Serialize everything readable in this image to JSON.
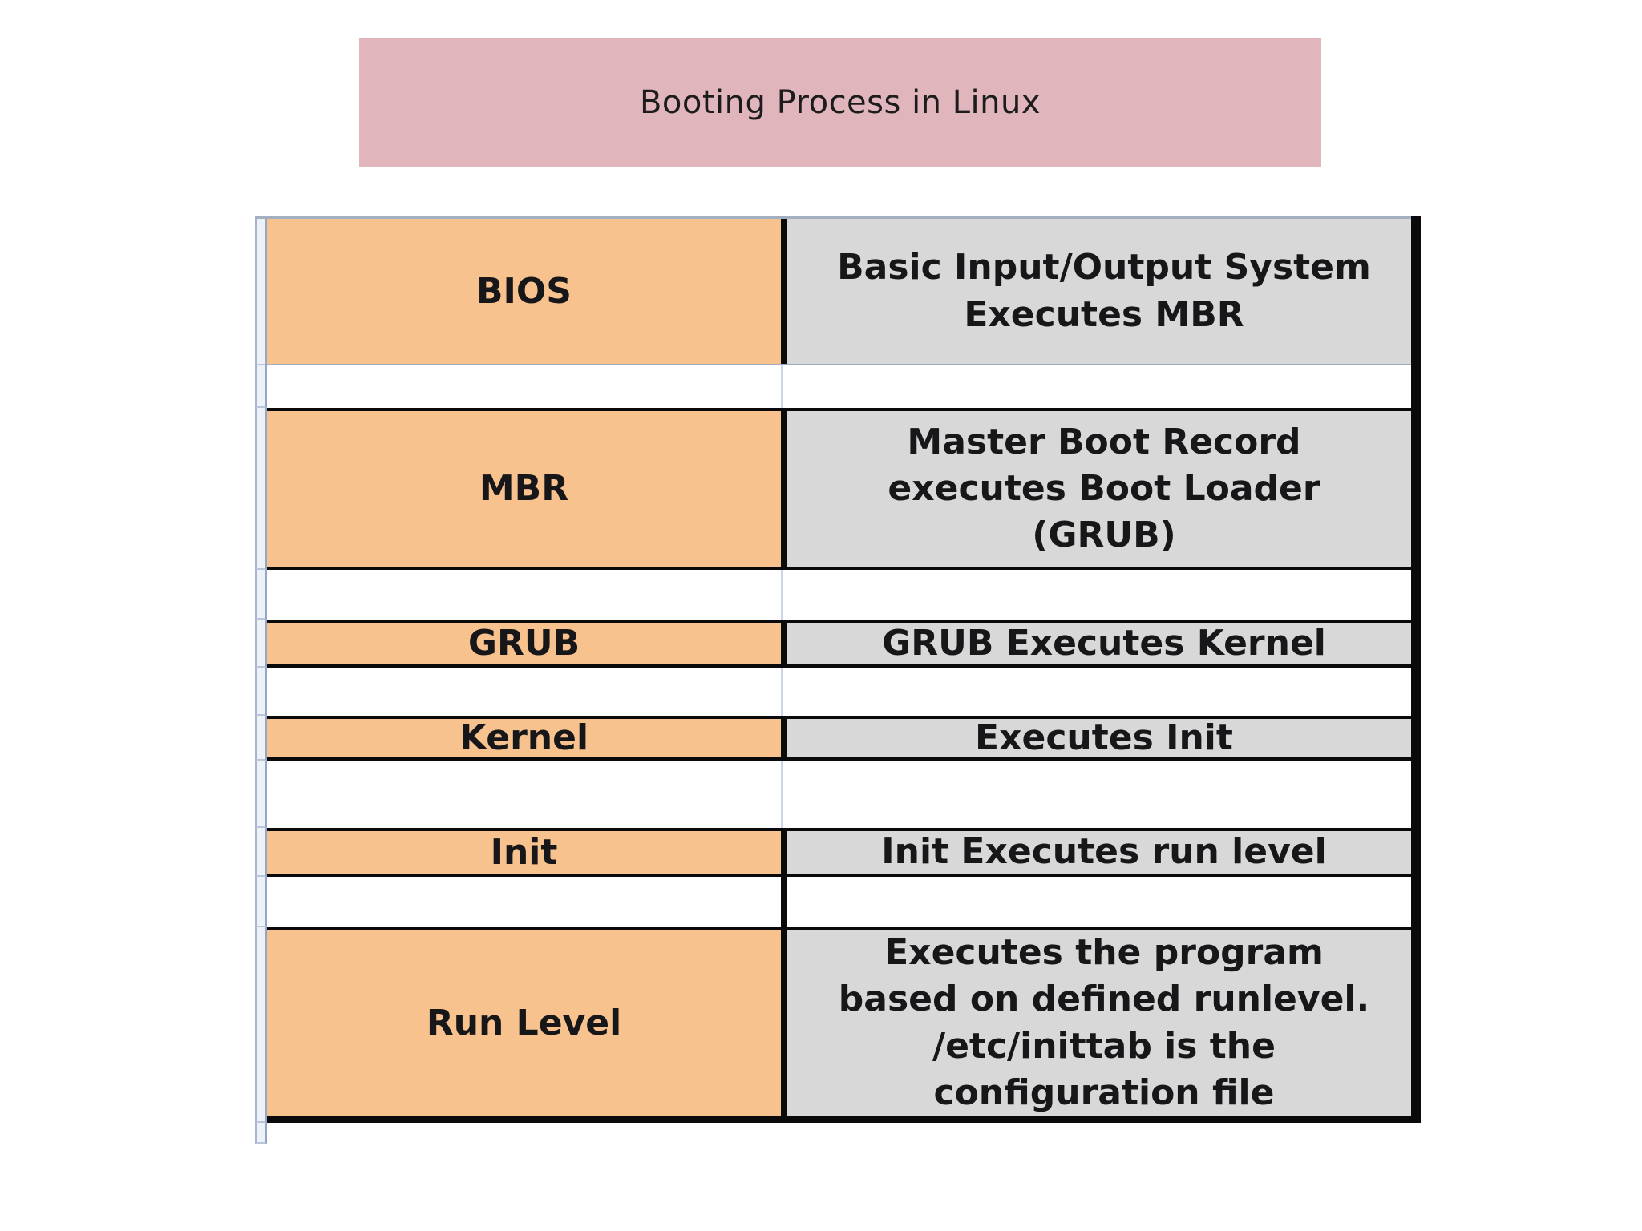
{
  "title": "Booting Process in Linux",
  "colors": {
    "title_bg": "#e0b5bb",
    "label_bg": "#f8c28e",
    "desc_bg": "#d8d8d8",
    "border_black": "#0a0a0a",
    "gutter_bg": "#edf1f8",
    "text": "#17171a"
  },
  "table": {
    "rows": [
      {
        "label": "BIOS",
        "description": "Basic Input/Output System\nExecutes MBR"
      },
      {
        "label": "MBR",
        "description": "Master Boot Record\nexecutes Boot Loader\n(GRUB)"
      },
      {
        "label": "GRUB",
        "description": "GRUB Executes Kernel"
      },
      {
        "label": "Kernel",
        "description": "Executes Init"
      },
      {
        "label": "Init",
        "description": "Init Executes run level"
      },
      {
        "label": "Run Level",
        "description": "Executes the program\nbased on defined runlevel.\n/etc/inittab is the\nconfiguration file"
      }
    ]
  }
}
